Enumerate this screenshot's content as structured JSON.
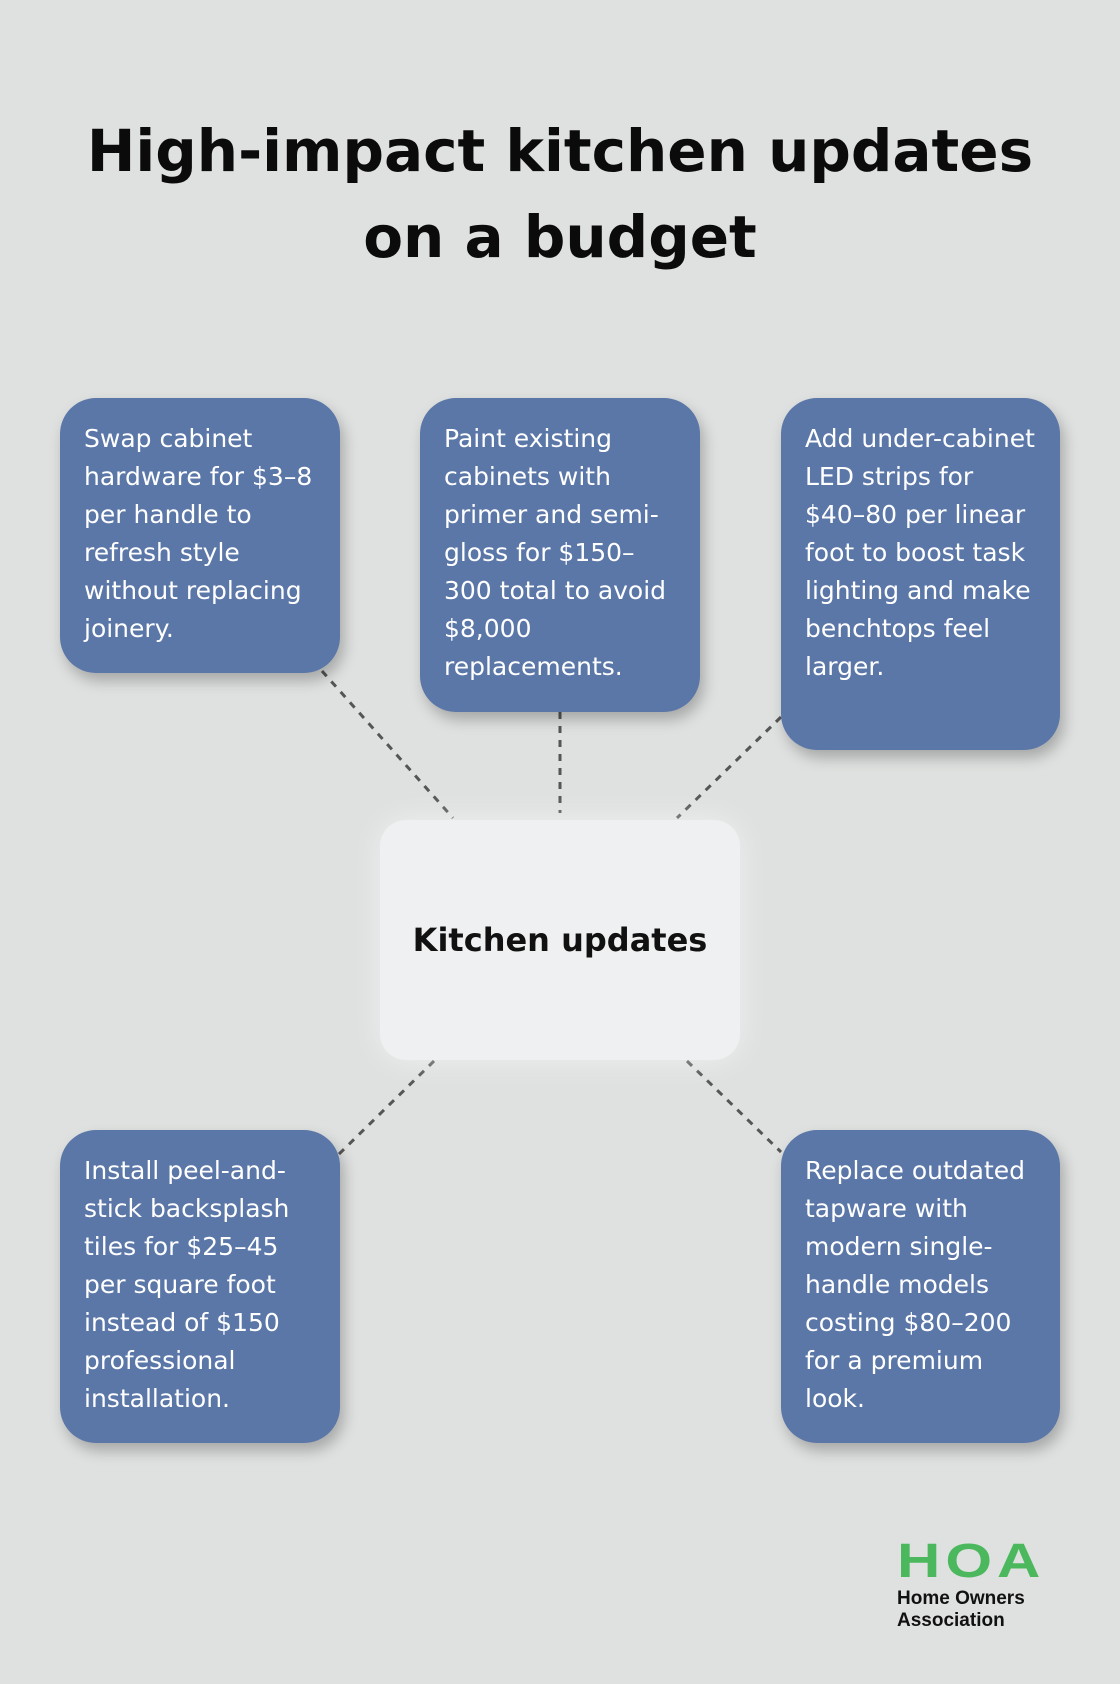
{
  "title": "High-impact kitchen updates on a budget",
  "center": "Kitchen updates",
  "items": [
    "Swap cabinet hardware for $3–8 per handle to refresh style without replacing joinery.",
    "Paint existing cabinets with primer and semi-gloss for $150–300 total to avoid $8,000 replacements.",
    "Add under-cabinet LED strips for $40–80 per linear foot to boost task lighting and make benchtops feel larger.",
    "Install peel-and-stick backsplash tiles for $25–45 per square foot instead of $150 professional installation.",
    "Replace outdated tapware with modern single-handle models costing $80–200 for a premium look."
  ],
  "logo": {
    "mark": "HOA",
    "line1": "Home Owners",
    "line2": "Association"
  },
  "colors": {
    "background": "#dfe1e0",
    "box": "#5b77a8",
    "center": "#eff0f1",
    "logo": "#4cb85e"
  }
}
